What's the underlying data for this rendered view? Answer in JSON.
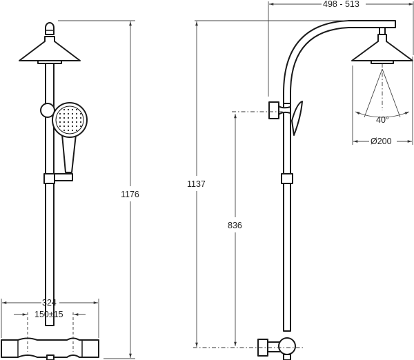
{
  "drawing": {
    "type": "technical-dimension-drawing",
    "subject": "thermostatic shower column",
    "views": [
      {
        "name": "front-view",
        "dimensions": {
          "overall_height": "1176",
          "mixer_width": "324",
          "inlet_spacing": "150±15"
        }
      },
      {
        "name": "side-view",
        "dimensions": {
          "head_projection": "498 - 513",
          "overhead_height": "1137",
          "holder_height": "836",
          "spray_angle": "40°",
          "head_diameter": "Ø200"
        }
      }
    ]
  },
  "labels": {
    "overall_height": "1176",
    "mixer_width": "324",
    "inlet_spacing": "150±15",
    "head_projection": "498 - 513",
    "overhead_height": "1137",
    "holder_height": "836",
    "spray_angle": "40°",
    "head_diameter": "Ø200"
  },
  "colors": {
    "line": "#1a1a1a",
    "dimension_line": "#444444",
    "background": "#ffffff"
  }
}
